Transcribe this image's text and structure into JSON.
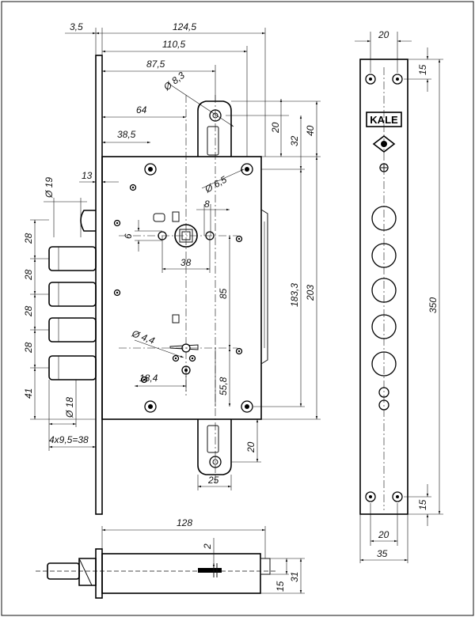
{
  "brand": {
    "logo_text": "KALE"
  },
  "dimensions": {
    "d_3_5": "3,5",
    "d_124_5": "124,5",
    "d_110_5": "110,5",
    "d_87_5": "87,5",
    "d_phi_8_3": "Ø 8,3",
    "d_64": "64",
    "d_38_5": "38,5",
    "d_20_top": "20",
    "d_32": "32",
    "d_40": "40",
    "d_13": "13",
    "d_phi_19": "Ø 19",
    "d_phi_6_5": "Ø 6,5",
    "d_8": "8",
    "d_6": "6",
    "d_38": "38",
    "d_183_3": "183,3",
    "d_203": "203",
    "d_85": "85",
    "d_phi_4_4": "Ø 4,4",
    "d_18_4": "18,4",
    "d_55_8": "55,8",
    "d_phi_18": "Ø 18",
    "d_28_a": "28",
    "d_28_b": "28",
    "d_28_c": "28",
    "d_28_d": "28",
    "d_41": "41",
    "d_4x9_5": "4x9,5=38",
    "d_20_bottom": "20",
    "d_25": "25",
    "d_128": "128",
    "d_2": "2",
    "d_15_bottom": "15",
    "d_31": "31",
    "strike_20_top": "20",
    "strike_15_top": "15",
    "strike_350": "350",
    "strike_15_bottom": "15",
    "strike_20_bottom": "20",
    "strike_35": "35"
  }
}
